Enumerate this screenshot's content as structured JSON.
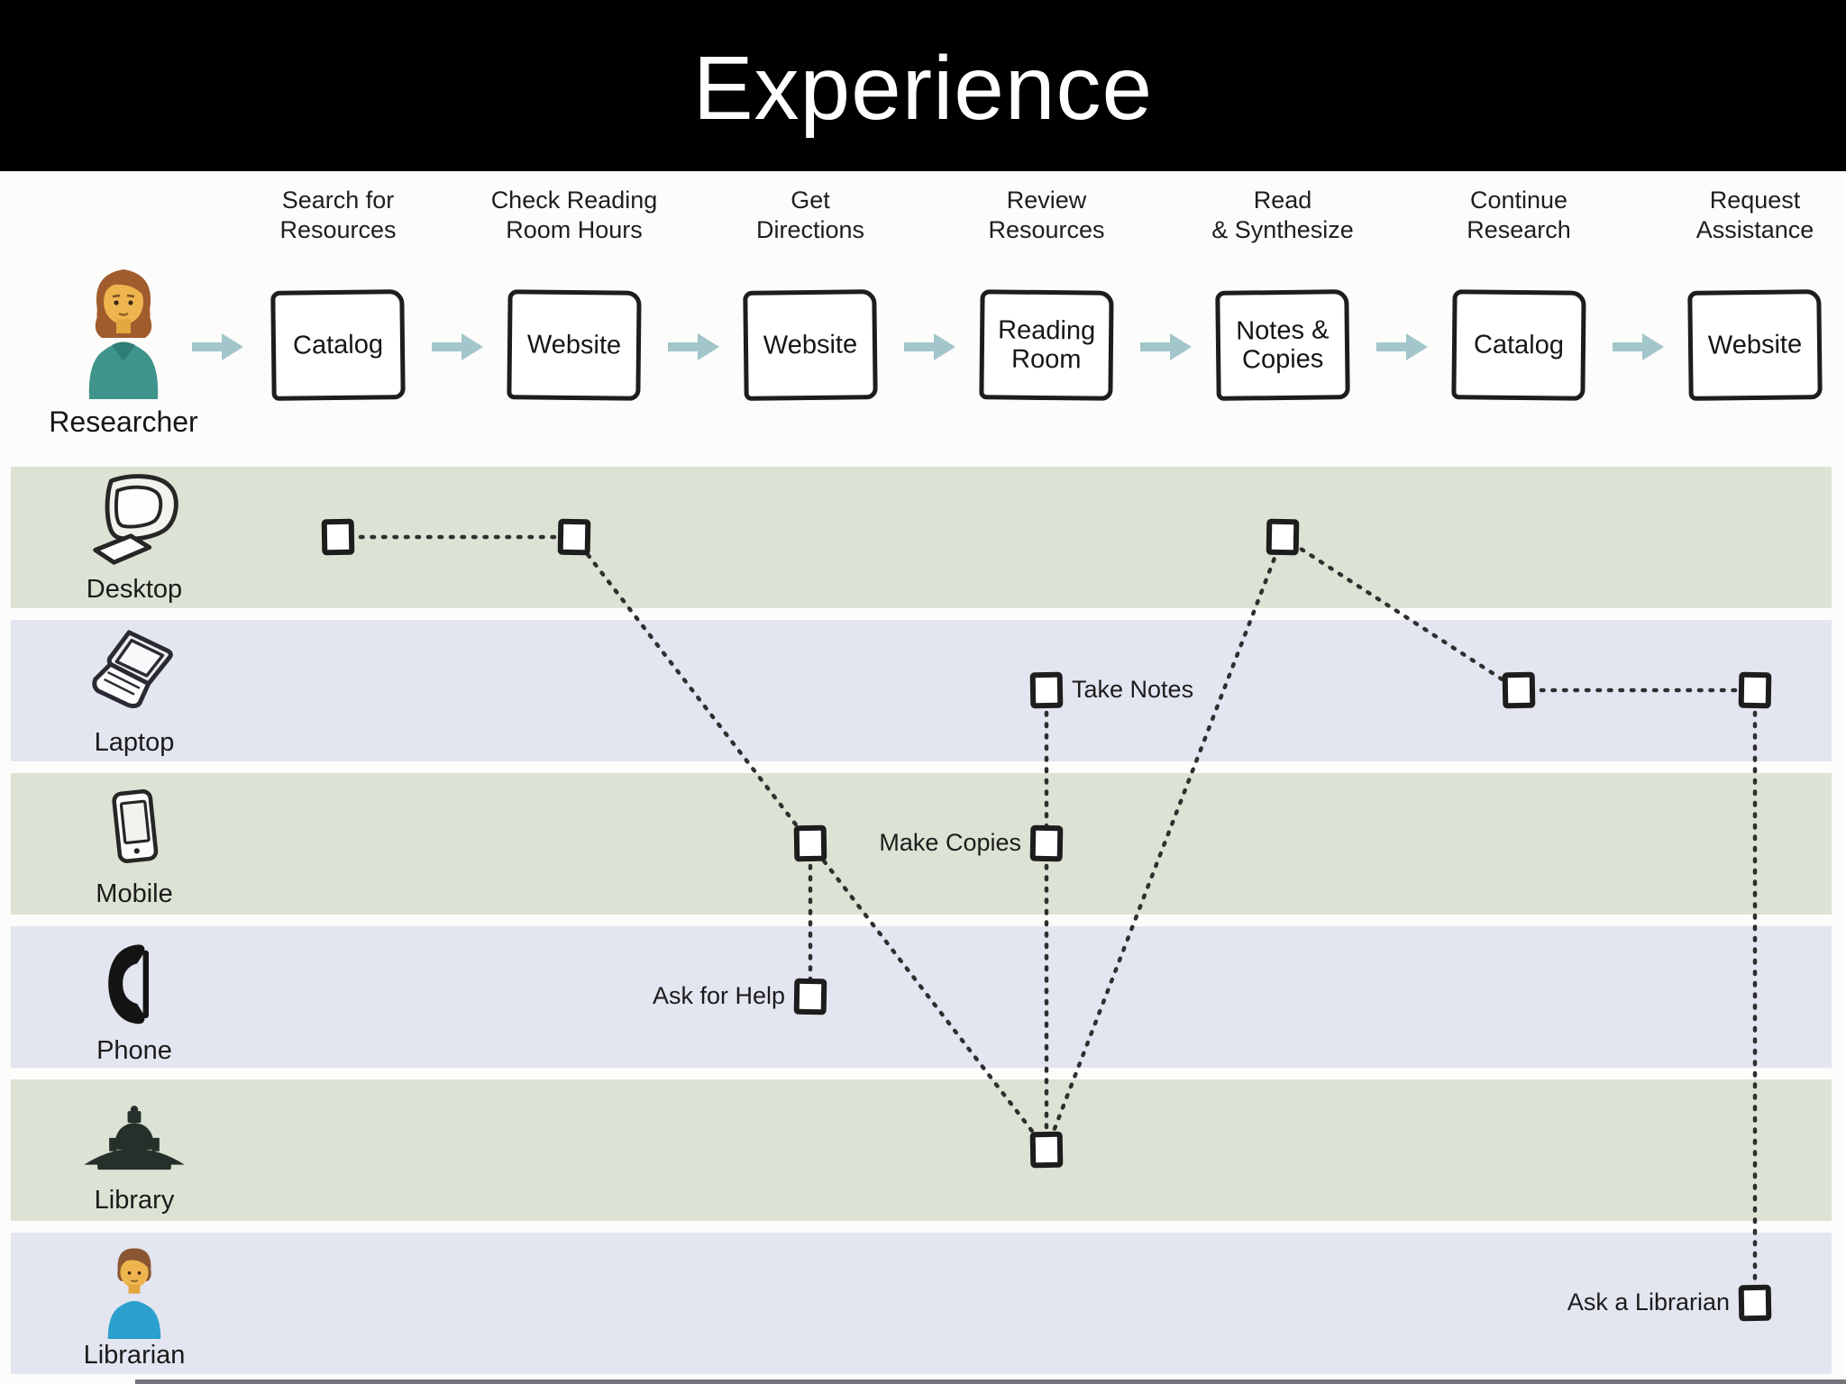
{
  "title": "Experience",
  "persona": {
    "label": "Researcher"
  },
  "steps": [
    {
      "label": "Search for\nResources",
      "box": "Catalog"
    },
    {
      "label": "Check Reading\nRoom Hours",
      "box": "Website"
    },
    {
      "label": "Get\nDirections",
      "box": "Website"
    },
    {
      "label": "Review\nResources",
      "box": "Reading\nRoom"
    },
    {
      "label": "Read\n& Synthesize",
      "box": "Notes &\nCopies"
    },
    {
      "label": "Continue\nResearch",
      "box": "Catalog"
    },
    {
      "label": "Request\nAssistance",
      "box": "Website"
    }
  ],
  "channels": [
    {
      "label": "Desktop"
    },
    {
      "label": "Laptop"
    },
    {
      "label": "Mobile"
    },
    {
      "label": "Phone"
    },
    {
      "label": "Library"
    },
    {
      "label": "Librarian"
    }
  ],
  "touchpoints": [
    {
      "id": "desktop-search",
      "col": 0,
      "channel": 0
    },
    {
      "id": "desktop-hours",
      "col": 1,
      "channel": 0
    },
    {
      "id": "mobile-directions",
      "col": 2,
      "channel": 2
    },
    {
      "id": "phone-ask-for-help",
      "col": 2,
      "channel": 3,
      "label": "Ask for Help",
      "side": "left"
    },
    {
      "id": "laptop-take-notes",
      "col": 3,
      "channel": 1,
      "label": "Take Notes",
      "side": "right"
    },
    {
      "id": "mobile-make-copies",
      "col": 3,
      "channel": 2,
      "label": "Make Copies",
      "side": "left"
    },
    {
      "id": "library-review",
      "col": 3,
      "channel": 4
    },
    {
      "id": "desktop-read",
      "col": 4,
      "channel": 0
    },
    {
      "id": "laptop-continue",
      "col": 5,
      "channel": 1
    },
    {
      "id": "laptop-request",
      "col": 6,
      "channel": 1
    },
    {
      "id": "librarian-ask",
      "col": 6,
      "channel": 5,
      "label": "Ask a Librarian",
      "side": "left"
    }
  ],
  "connections": [
    [
      "desktop-search",
      "desktop-hours"
    ],
    [
      "desktop-hours",
      "mobile-directions"
    ],
    [
      "mobile-directions",
      "phone-ask-for-help"
    ],
    [
      "mobile-directions",
      "library-review"
    ],
    [
      "laptop-take-notes",
      "mobile-make-copies"
    ],
    [
      "mobile-make-copies",
      "library-review"
    ],
    [
      "library-review",
      "desktop-read"
    ],
    [
      "desktop-read",
      "laptop-continue"
    ],
    [
      "laptop-continue",
      "laptop-request"
    ],
    [
      "laptop-request",
      "librarian-ask"
    ]
  ],
  "colors": {
    "header_bg": "#000000",
    "header_text": "#ffffff",
    "band_green": "#dce3d4",
    "band_lavender": "#e3e5f0",
    "arrow": "#a2c6ca",
    "ink": "#1d1d1d"
  }
}
